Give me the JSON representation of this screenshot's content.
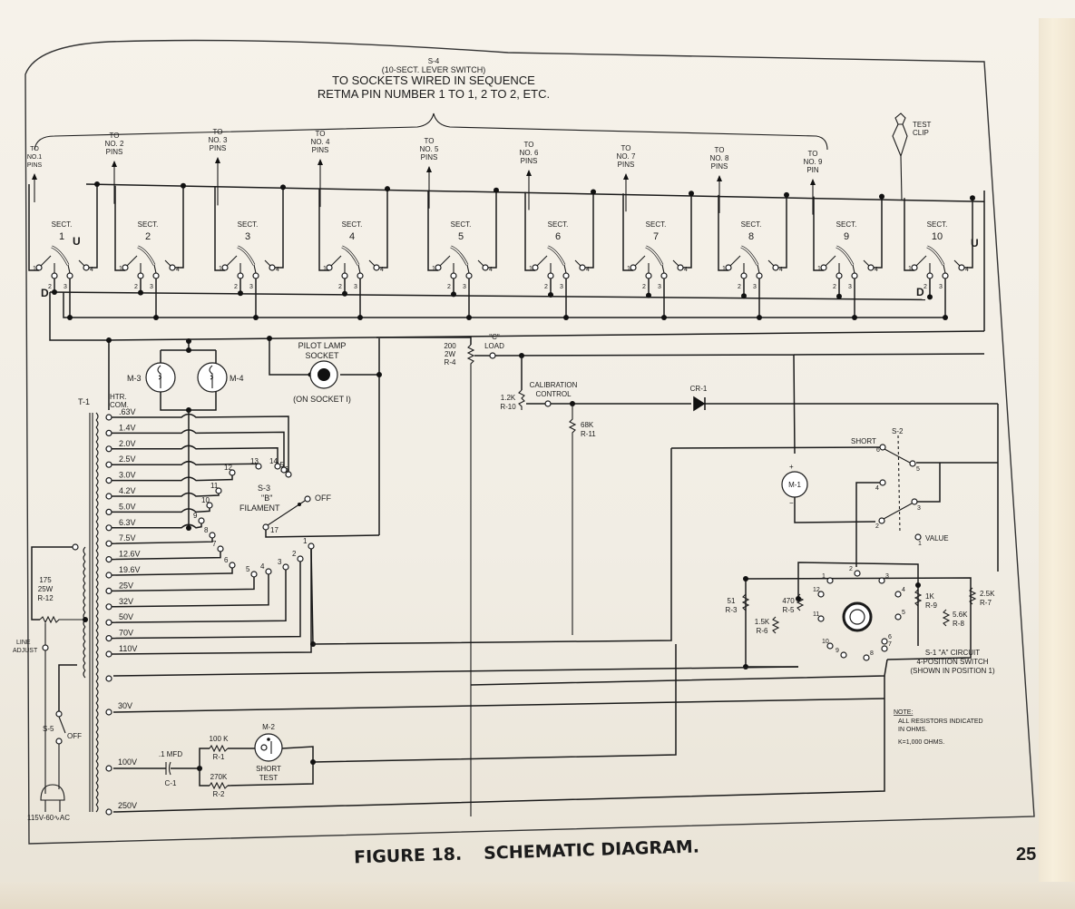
{
  "page": {
    "figure_label": "FIGURE 18.",
    "figure_title": "SCHEMATIC DIAGRAM.",
    "page_number": "25"
  },
  "header": {
    "switch_id": "S-4",
    "switch_desc": "(10-SECT. LEVER SWITCH)",
    "line1": "TO SOCKETS WIRED IN SEQUENCE",
    "line2": "RETMA PIN NUMBER 1 TO 1, 2 TO 2, ETC."
  },
  "pin_labels": [
    [
      "TO",
      "NO.1",
      "PINS"
    ],
    [
      "TO",
      "NO. 2",
      "PINS"
    ],
    [
      "TO",
      "NO. 3",
      "PINS"
    ],
    [
      "TO",
      "NO. 4",
      "PINS"
    ],
    [
      "TO",
      "NO. 5",
      "PINS"
    ],
    [
      "TO",
      "NO. 6",
      "PINS"
    ],
    [
      "TO",
      "NO. 7",
      "PINS"
    ],
    [
      "TO",
      "NO. 8",
      "PINS"
    ],
    [
      "TO",
      "NO. 9",
      "PIN"
    ]
  ],
  "test_clip": [
    "TEST",
    "CLIP"
  ],
  "sections": {
    "label": "SECT.",
    "numbers": [
      "1",
      "2",
      "3",
      "4",
      "5",
      "6",
      "7",
      "8",
      "9",
      "10"
    ],
    "contacts": [
      "1",
      "2",
      "3",
      "4"
    ],
    "up_label": "U",
    "down_label": "D"
  },
  "lamps": {
    "m3": "M-3",
    "m4": "M-4",
    "pilot_lamp": [
      "PILOT LAMP",
      "SOCKET"
    ],
    "pilot_note": "(ON SOCKET I)"
  },
  "transformer": {
    "id": "T-1",
    "common": [
      "HTR.",
      "COM."
    ],
    "taps": [
      ".63V",
      "1.4V",
      "2.0V",
      "2.5V",
      "3.0V",
      "4.2V",
      "5.0V",
      "6.3V",
      "7.5V",
      "12.6V",
      "19.6V",
      "25V",
      "32V",
      "50V",
      "70V",
      "110V"
    ],
    "tap_positions": [
      "16",
      "15",
      "14",
      "13",
      "12",
      "11",
      "10",
      "9",
      "8",
      "7",
      "6",
      "5",
      "4",
      "3",
      "2",
      "1"
    ],
    "high_taps": [
      "30V",
      "100V",
      "250V"
    ]
  },
  "filament_switch": {
    "id": "S-3",
    "name": "\"B\"",
    "label": "FILAMENT",
    "off_label": "OFF",
    "common_pos": "17"
  },
  "line_adjust": {
    "resistor": [
      "175",
      "25W",
      "R-12"
    ],
    "label": [
      "LINE",
      "ADJUST"
    ],
    "power_switch": "S-5",
    "off": "OFF",
    "plug": "115V-60∿AC"
  },
  "load_circuit": {
    "r4": [
      "200",
      "2W",
      "R-4"
    ],
    "c_load": [
      "\"C\"",
      "LOAD"
    ],
    "calibration": [
      "CALIBRATION",
      "CONTROL"
    ],
    "r10": [
      "1.2K",
      "R-10"
    ],
    "r11": [
      "68K",
      "R-11"
    ],
    "diode": "CR-1",
    "meter": "M-1"
  },
  "s2_switch": {
    "id": "S-2",
    "short": "SHORT",
    "value": "VALUE",
    "positions": [
      "1",
      "2",
      "3",
      "4",
      "5",
      "6"
    ]
  },
  "s1_switch": {
    "caption": [
      "S-1 \"A\" CIRCUIT",
      "4-POSITION SWITCH",
      "(SHOWN IN POSITION 1)"
    ],
    "positions": [
      "1",
      "2",
      "3",
      "4",
      "5",
      "6",
      "7",
      "8",
      "9",
      "10",
      "11",
      "12"
    ],
    "r3": [
      "51",
      "R-3"
    ],
    "r5": [
      "470",
      "R-5"
    ],
    "r6": [
      "1.5K",
      "R-6"
    ],
    "r9": [
      "1K",
      "R-9"
    ],
    "r8": [
      "5.6K",
      "R-8"
    ],
    "r7": [
      "2.5K",
      "R-7"
    ]
  },
  "short_test": {
    "cap": [
      ".1 MFD",
      "C-1"
    ],
    "r1": [
      "100 K",
      "R-1"
    ],
    "r2": [
      "270K",
      "R-2"
    ],
    "lamp": "M-2",
    "label": [
      "SHORT",
      "TEST"
    ]
  },
  "note": {
    "title": "NOTE:",
    "lines": [
      "ALL RESISTORS INDICATED",
      "IN OHMS.",
      "K=1,000 OHMS."
    ]
  }
}
